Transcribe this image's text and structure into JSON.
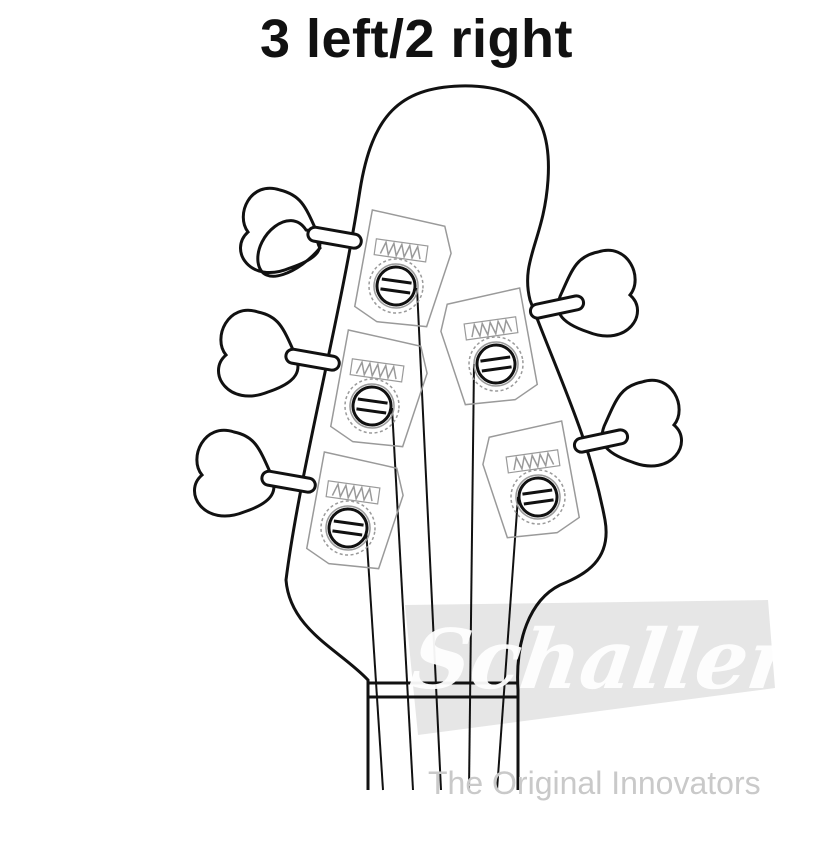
{
  "title": "3 left/2 right",
  "watermark": {
    "logo_text": "Schaller",
    "tagline": "The Original Innovators"
  },
  "colors": {
    "line": "#111111",
    "machine": "#9a9a9a",
    "watermark_bg": "#e6e6e6"
  },
  "tuners": {
    "left": [
      "tuner-left-1",
      "tuner-left-2",
      "tuner-left-3"
    ],
    "right": [
      "tuner-right-1",
      "tuner-right-2"
    ]
  }
}
